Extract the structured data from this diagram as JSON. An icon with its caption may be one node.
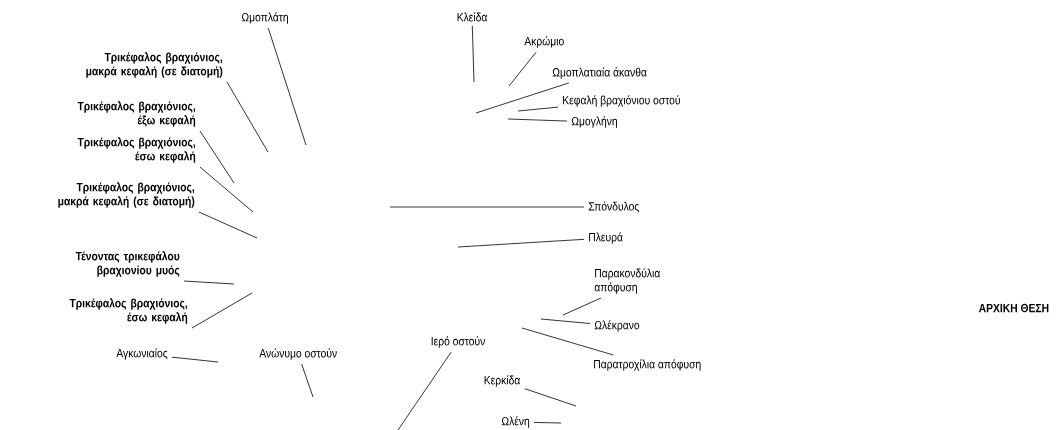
{
  "diagram": {
    "nodes": [
      {
        "text": [
          "Ωμοπλάτη"
        ]
      },
      {
        "text": [
          "Τρικέφαλος βραχιόνιος, μακρά κεφαλή (σε διατομή)"
        ]
      },
      {
        "text": [
          "Τρικέφαλος βραχιόνιος, έξω κεφαλή"
        ]
      },
      {
        "text": [
          "Τρικέφαλος βραχιόνιος, έσω κεφαλή"
        ]
      },
      {
        "text": [
          "Τρικέφαλος βραχιόνιος, μακρά κεφαλή (σε διατομή)"
        ]
      },
      {
        "text": [
          "Τένοντας τρικεφάλου βραχιονίου μυός"
        ]
      },
      {
        "text": [
          "Τρικέφαλος βραχιόνιος, έσω κεφαλή"
        ]
      },
      {
        "text": [
          "Αγκωνιαίος"
        ]
      },
      {
        "text": [
          "Ανώνυμο οστούν"
        ]
      },
      {
        "text": [
          "Κλείδα"
        ]
      },
      {
        "text": [
          "Ακρώμιο"
        ]
      },
      {
        "text": [
          "Ωμοπλατιαία άκανθα"
        ]
      },
      {
        "text": [
          "Κεφαλή βραχιόνιου οστού"
        ]
      },
      {
        "text": [
          "Ωμογλήνη"
        ]
      },
      {
        "text": [
          "Σπόνδυλος"
        ]
      },
      {
        "text": [
          "Πλευρά"
        ]
      },
      {
        "text": [
          "Παρακονδύλια απόφυση"
        ]
      },
      {
        "text": [
          "Ωλέκρανο"
        ]
      },
      {
        "text": [
          "Παρατροχίλια απόφυση"
        ]
      },
      {
        "text": [
          "Ιερό οστούν"
        ]
      },
      {
        "text": [
          "Κερκίδα"
        ]
      },
      {
        "text": [
          "Ωλένη"
        ]
      }
    ],
    "edges": [
      {
        "from": 0,
        "to": null,
        "arrow": "none"
      },
      {
        "from": 1,
        "to": null,
        "arrow": "none"
      },
      {
        "from": 2,
        "to": null,
        "arrow": "none"
      },
      {
        "from": 3,
        "to": null,
        "arrow": "none"
      },
      {
        "from": 4,
        "to": null,
        "arrow": "none"
      },
      {
        "from": 5,
        "to": null,
        "arrow": "none"
      },
      {
        "from": 6,
        "to": null,
        "arrow": "none"
      },
      {
        "from": 7,
        "to": null,
        "arrow": "none"
      },
      {
        "from": 8,
        "to": null,
        "arrow": "none"
      },
      {
        "from": 9,
        "to": null,
        "arrow": "none"
      },
      {
        "from": 10,
        "to": null,
        "arrow": "none"
      },
      {
        "from": 11,
        "to": null,
        "arrow": "none"
      },
      {
        "from": 12,
        "to": null,
        "arrow": "none"
      },
      {
        "from": 13,
        "to": null,
        "arrow": "none"
      },
      {
        "from": 14,
        "to": null,
        "arrow": "none"
      },
      {
        "from": 15,
        "to": null,
        "arrow": "none"
      },
      {
        "from": 16,
        "to": null,
        "arrow": "none"
      },
      {
        "from": 17,
        "to": null,
        "arrow": "none"
      },
      {
        "from": 18,
        "to": null,
        "arrow": "none"
      },
      {
        "from": 19,
        "to": null,
        "arrow": "none"
      },
      {
        "from": 20,
        "to": null,
        "arrow": "none"
      },
      {
        "from": 21,
        "to": null,
        "arrow": "none"
      }
    ],
    "labels": [
      "ΑΡΧΙΚΗ ΘΕΣΗ"
    ]
  }
}
